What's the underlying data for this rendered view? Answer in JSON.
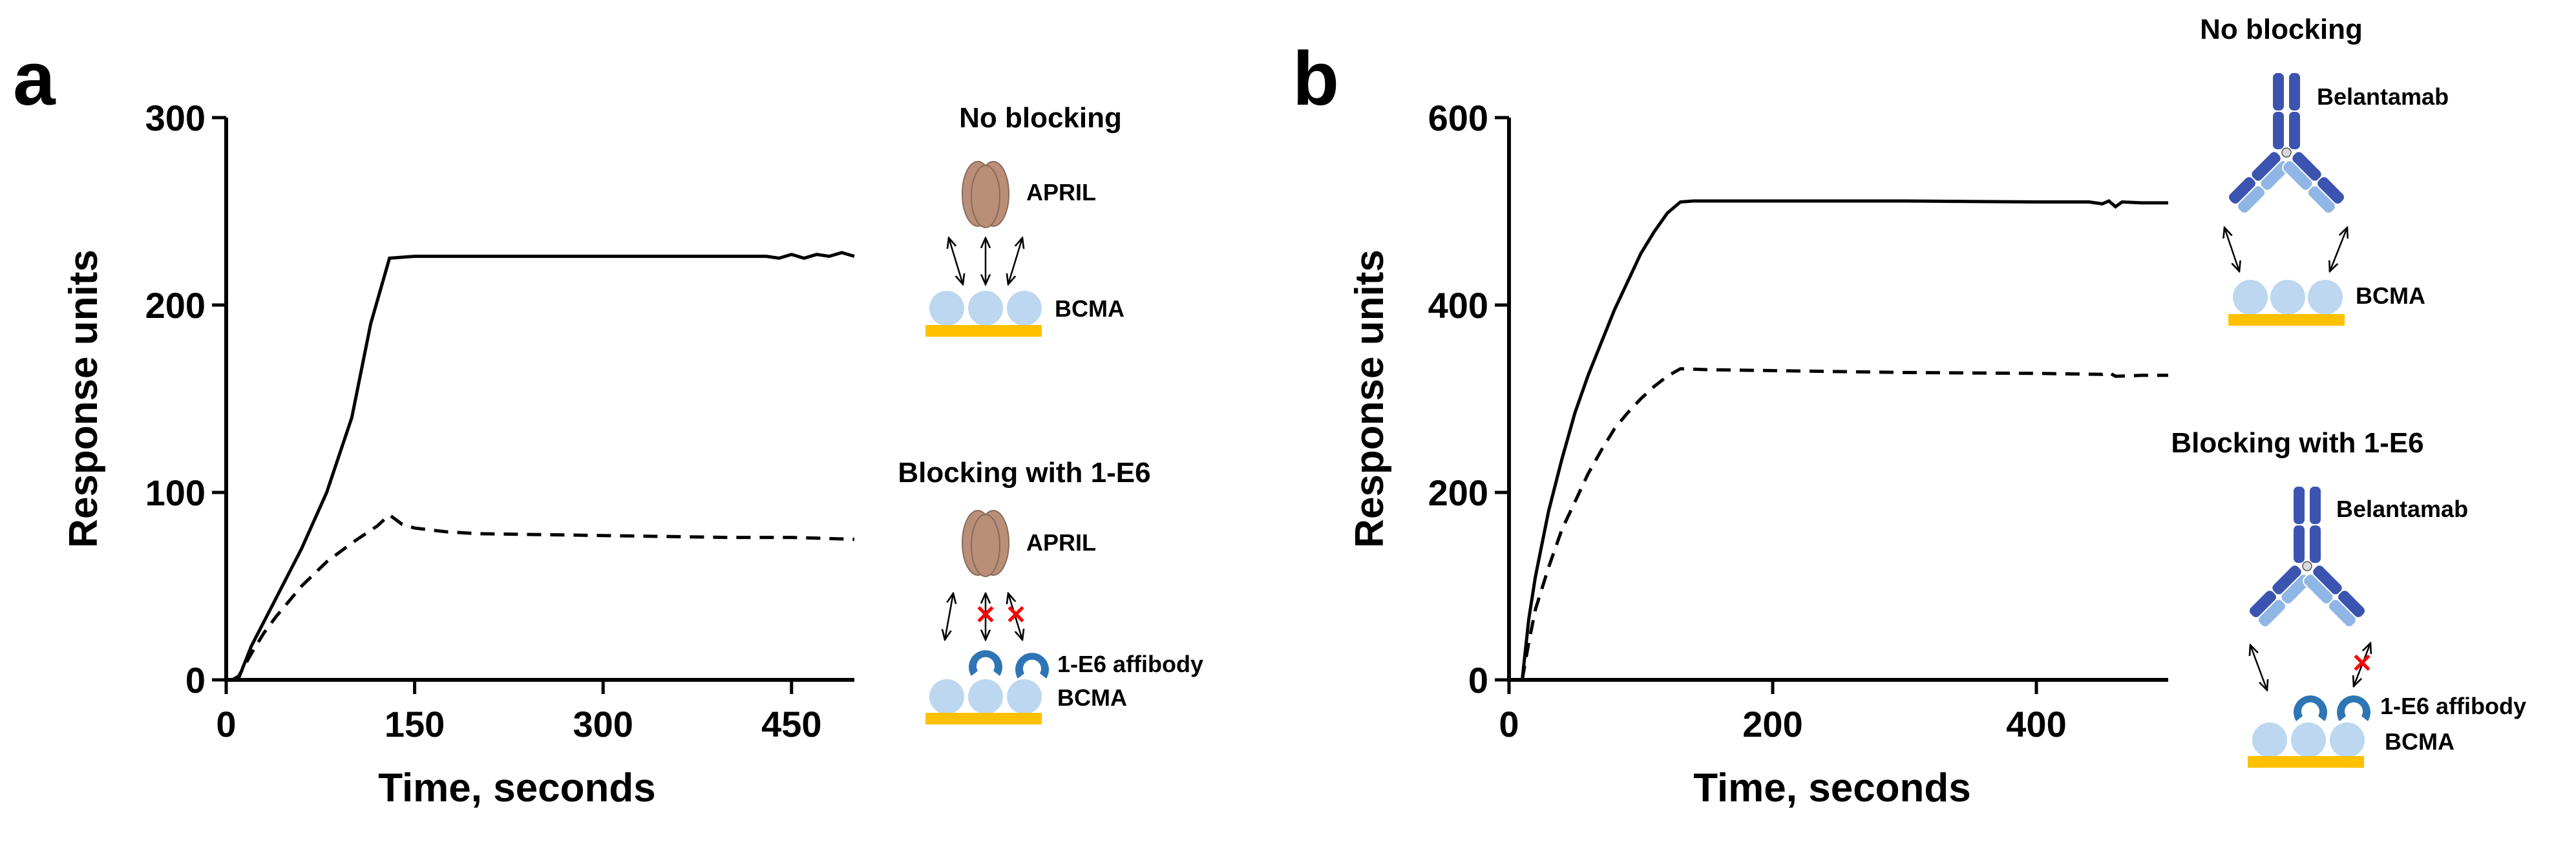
{
  "panels": [
    {
      "letter": "a",
      "diagram": {
        "top_title": "No blocking",
        "top_ligand": "APRIL",
        "top_receptor": "BCMA",
        "bottom_title": "Blocking with 1-E6",
        "bottom_ligand": "APRIL",
        "bottom_affibody": "1-E6 affibody",
        "bottom_receptor": "BCMA"
      }
    },
    {
      "letter": "b",
      "diagram": {
        "top_title": "No blocking",
        "top_ligand": "Belantamab",
        "top_receptor": "BCMA",
        "bottom_title": "Blocking with 1-E6",
        "bottom_ligand": "Belantamab",
        "bottom_affibody": "1-E6 affibody",
        "bottom_receptor": "BCMA"
      }
    }
  ],
  "colors": {
    "april": "#b98f7a",
    "bcma": "#bcd7ef",
    "surface": "#ffc000",
    "affibody": "#2e75b6",
    "antibody_dark": "#3b54b0",
    "antibody_light": "#8fb6e4",
    "block_mark": "#ff0000"
  },
  "chart_data": [
    {
      "type": "line",
      "xlabel": "Time, seconds",
      "ylabel": "Response units",
      "xlim": [
        0,
        500
      ],
      "ylim": [
        0,
        300
      ],
      "xticks": [
        0,
        150,
        300,
        450
      ],
      "yticks": [
        0,
        100,
        200,
        300
      ],
      "grid": false,
      "series": [
        {
          "style": "solid",
          "points": [
            [
              5,
              0
            ],
            [
              10,
              1
            ],
            [
              20,
              18
            ],
            [
              40,
              44
            ],
            [
              60,
              70
            ],
            [
              80,
              100
            ],
            [
              100,
              140
            ],
            [
              115,
              190
            ],
            [
              130,
              225
            ],
            [
              150,
              226
            ],
            [
              200,
              226
            ],
            [
              300,
              226
            ],
            [
              400,
              226
            ],
            [
              430,
              226
            ],
            [
              440,
              225
            ],
            [
              450,
              227
            ],
            [
              460,
              225
            ],
            [
              470,
              227
            ],
            [
              480,
              226
            ],
            [
              490,
              228
            ],
            [
              500,
              226
            ]
          ]
        },
        {
          "style": "dashed",
          "points": [
            [
              5,
              0
            ],
            [
              10,
              2
            ],
            [
              20,
              14
            ],
            [
              30,
              25
            ],
            [
              40,
              34
            ],
            [
              60,
              50
            ],
            [
              80,
              63
            ],
            [
              100,
              73
            ],
            [
              120,
              82
            ],
            [
              130,
              88
            ],
            [
              140,
              83
            ],
            [
              150,
              81
            ],
            [
              175,
              79
            ],
            [
              200,
              78
            ],
            [
              300,
              77
            ],
            [
              400,
              76
            ],
            [
              450,
              76
            ],
            [
              500,
              75
            ]
          ]
        }
      ]
    },
    {
      "type": "line",
      "xlabel": "Time, seconds",
      "ylabel": "Response units",
      "xlim": [
        0,
        500
      ],
      "ylim": [
        0,
        600
      ],
      "xticks": [
        0,
        200,
        400
      ],
      "yticks": [
        0,
        200,
        400,
        600
      ],
      "grid": false,
      "series": [
        {
          "style": "solid",
          "points": [
            [
              10,
              0
            ],
            [
              15,
              65
            ],
            [
              20,
              110
            ],
            [
              30,
              180
            ],
            [
              40,
              235
            ],
            [
              50,
              285
            ],
            [
              60,
              325
            ],
            [
              70,
              360
            ],
            [
              80,
              395
            ],
            [
              90,
              425
            ],
            [
              100,
              455
            ],
            [
              110,
              478
            ],
            [
              120,
              498
            ],
            [
              130,
              510
            ],
            [
              140,
              511
            ],
            [
              200,
              511
            ],
            [
              300,
              511
            ],
            [
              400,
              510
            ],
            [
              440,
              510
            ],
            [
              450,
              508
            ],
            [
              455,
              511
            ],
            [
              460,
              505
            ],
            [
              465,
              510
            ],
            [
              480,
              509
            ],
            [
              500,
              509
            ]
          ]
        },
        {
          "style": "dashed",
          "points": [
            [
              10,
              0
            ],
            [
              15,
              40
            ],
            [
              20,
              75
            ],
            [
              30,
              120
            ],
            [
              40,
              160
            ],
            [
              50,
              190
            ],
            [
              60,
              220
            ],
            [
              70,
              245
            ],
            [
              80,
              268
            ],
            [
              90,
              285
            ],
            [
              100,
              300
            ],
            [
              110,
              313
            ],
            [
              120,
              324
            ],
            [
              130,
              332
            ],
            [
              150,
              331
            ],
            [
              200,
              330
            ],
            [
              300,
              328
            ],
            [
              400,
              327
            ],
            [
              450,
              326
            ],
            [
              455,
              328
            ],
            [
              460,
              324
            ],
            [
              480,
              325
            ],
            [
              500,
              325
            ]
          ]
        }
      ]
    }
  ]
}
